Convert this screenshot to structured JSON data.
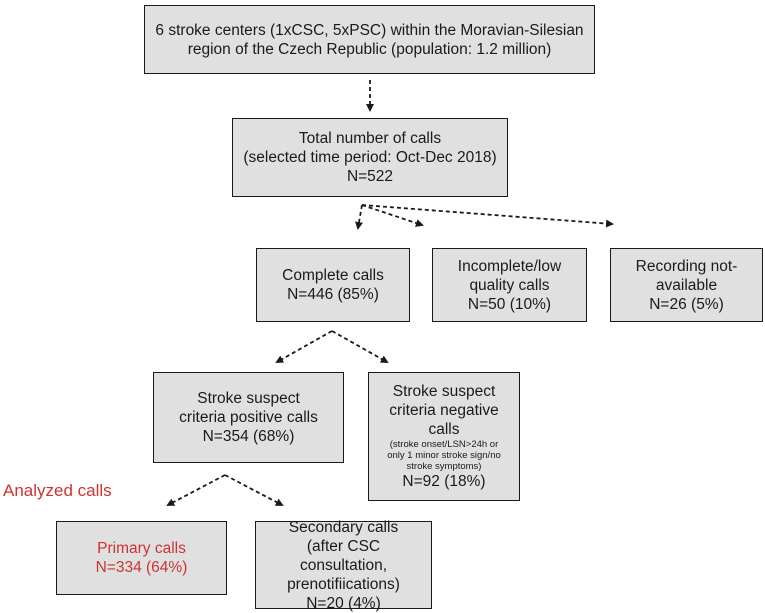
{
  "boxes": {
    "centers": {
      "lines": [
        "6 stroke centers (1xCSC, 5xPSC) within the Moravian-Silesian",
        "region of the Czech Republic (population: 1.2 million)"
      ]
    },
    "total": {
      "lines": [
        "Total number of calls",
        "(selected time period: Oct-Dec 2018)",
        "N=522"
      ]
    },
    "complete": {
      "lines": [
        "Complete calls",
        "N=446 (85%)"
      ]
    },
    "incomplete": {
      "lines": [
        "Incomplete/low",
        "quality calls",
        "N=50 (10%)"
      ]
    },
    "not_available": {
      "lines": [
        "Recording not-",
        "available",
        "N=26 (5%)"
      ]
    },
    "positive": {
      "lines": [
        "Stroke suspect",
        "criteria positive calls",
        "N=354 (68%)"
      ]
    },
    "negative": {
      "lines": [
        "Stroke suspect",
        "criteria negative",
        "calls"
      ],
      "note": [
        "(stroke onset/LSN>24h or",
        "only 1 minor stroke sign/no",
        "stroke symptoms)"
      ],
      "count": "N=92 (18%)"
    },
    "primary": {
      "lines": [
        "Primary calls",
        "N=334 (64%)"
      ]
    },
    "secondary": {
      "lines": [
        "Secondary calls",
        "(after CSC consultation,",
        "prenotifiications)",
        "N=20 (4%)"
      ]
    }
  },
  "analyzed_label": "Analyzed calls",
  "colors": {
    "box_fill": "#e0e0e0",
    "border": "#1a1a1a",
    "highlight": "#cc3333"
  }
}
